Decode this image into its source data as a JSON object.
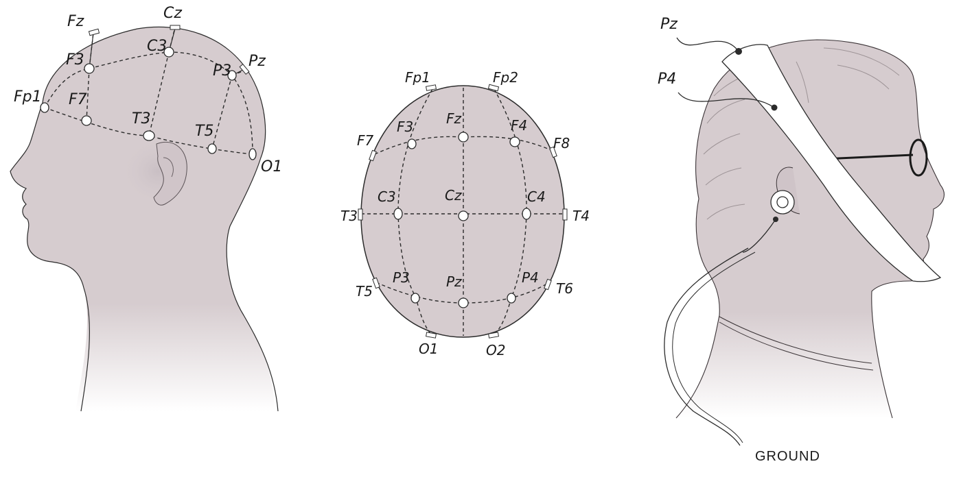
{
  "left_view": {
    "labels": {
      "fz": "Fz",
      "cz": "Cz",
      "pz": "Pz",
      "f3": "F3",
      "c3": "C3",
      "p3": "P3",
      "fp1": "Fp1",
      "f7": "F7",
      "t3": "T3",
      "t5": "T5",
      "o1": "O1"
    }
  },
  "top_view": {
    "labels": {
      "fp1": "Fp1",
      "fp2": "Fp2",
      "f7": "F7",
      "f3": "F3",
      "fz": "Fz",
      "f4": "F4",
      "f8": "F8",
      "t3": "T3",
      "c3": "C3",
      "cz": "Cz",
      "c4": "C4",
      "t4": "T4",
      "t5": "T5",
      "p3": "P3",
      "pz": "Pz",
      "p4": "P4",
      "t6": "T6",
      "o1": "O1",
      "o2": "O2"
    }
  },
  "right_view": {
    "labels": {
      "pz": "Pz",
      "p4": "P4",
      "ground": "GROUND"
    }
  },
  "colors": {
    "skin": "#d6cccf",
    "skin_shadow": "#c4b9bc",
    "outline": "#2b2b2b",
    "electrode": "#ffffff",
    "band": "#ffffff"
  }
}
